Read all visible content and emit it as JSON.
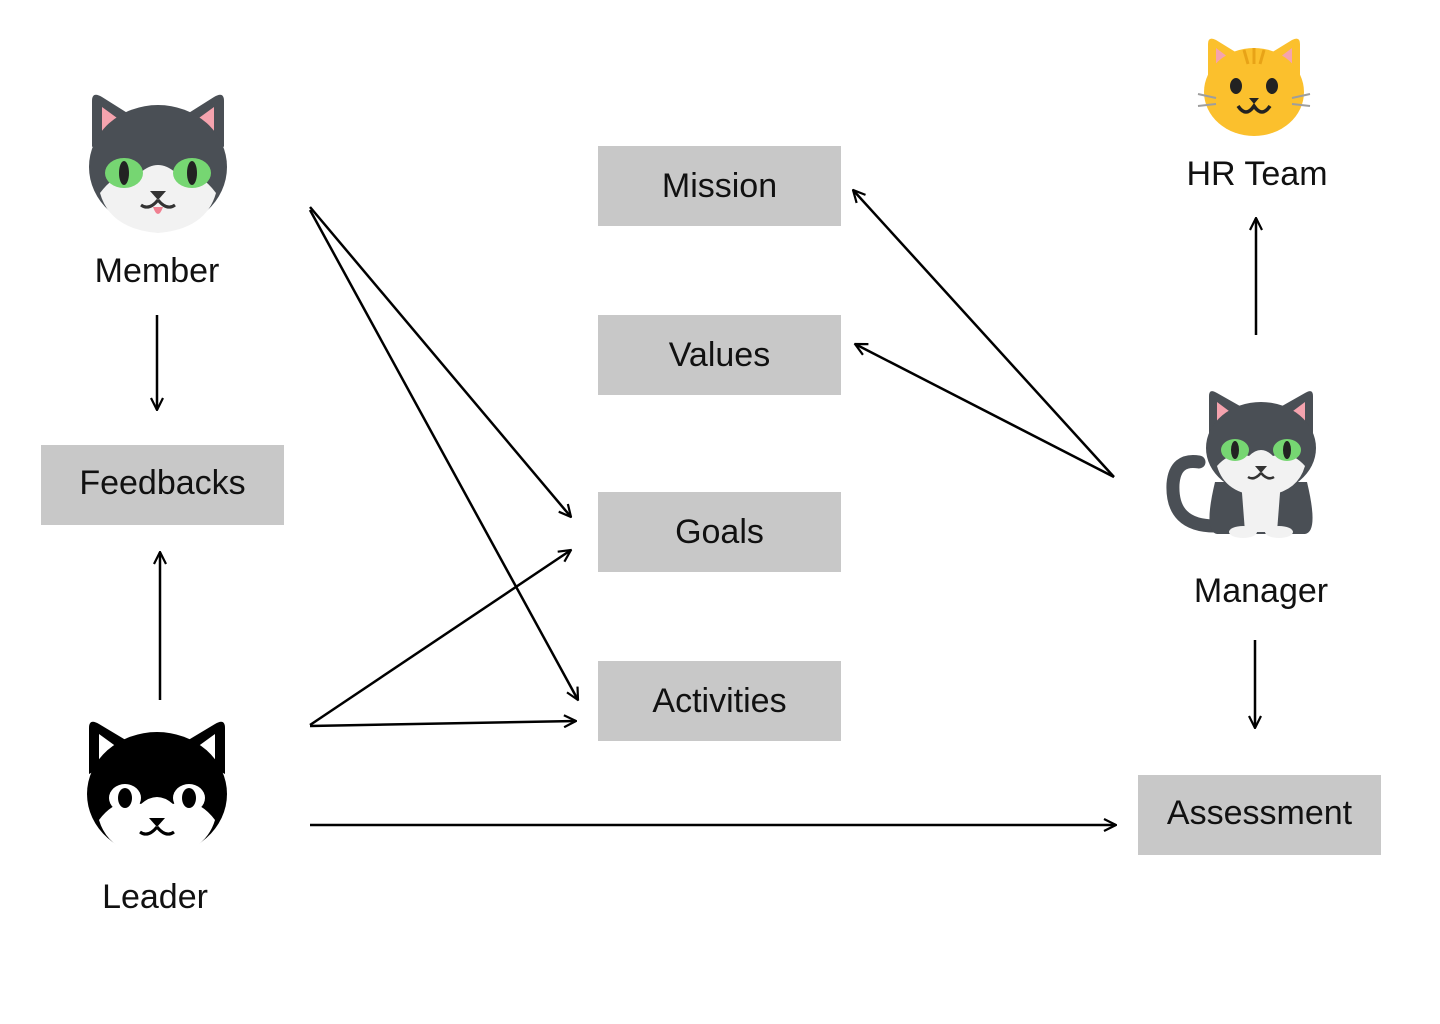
{
  "actors": {
    "member": {
      "label": "Member",
      "icon": "member-cat-icon",
      "color": "#4a4f55"
    },
    "leader": {
      "label": "Leader",
      "icon": "leader-cat-icon",
      "color": "#000000"
    },
    "manager": {
      "label": "Manager",
      "icon": "manager-cat-icon",
      "color": "#4a4f55"
    },
    "hr_team": {
      "label": "HR Team",
      "icon": "hr-team-cat-icon",
      "color": "#fbc02d"
    }
  },
  "boxes": {
    "feedbacks": "Feedbacks",
    "mission": "Mission",
    "values": "Values",
    "goals": "Goals",
    "activities": "Activities",
    "assessment": "Assessment"
  },
  "edges": [
    {
      "from": "member",
      "to": "feedbacks"
    },
    {
      "from": "leader",
      "to": "feedbacks"
    },
    {
      "from": "member",
      "to": "goals"
    },
    {
      "from": "member",
      "to": "activities"
    },
    {
      "from": "leader",
      "to": "goals"
    },
    {
      "from": "leader",
      "to": "activities"
    },
    {
      "from": "leader",
      "to": "assessment"
    },
    {
      "from": "manager",
      "to": "mission"
    },
    {
      "from": "manager",
      "to": "values"
    },
    {
      "from": "manager",
      "to": "hr_team"
    },
    {
      "from": "manager",
      "to": "assessment"
    }
  ],
  "colors": {
    "box_fill": "#c8c8c8",
    "arrow": "#000000",
    "eye_green": "#76d672",
    "ear_pink": "#f5a3ae"
  }
}
